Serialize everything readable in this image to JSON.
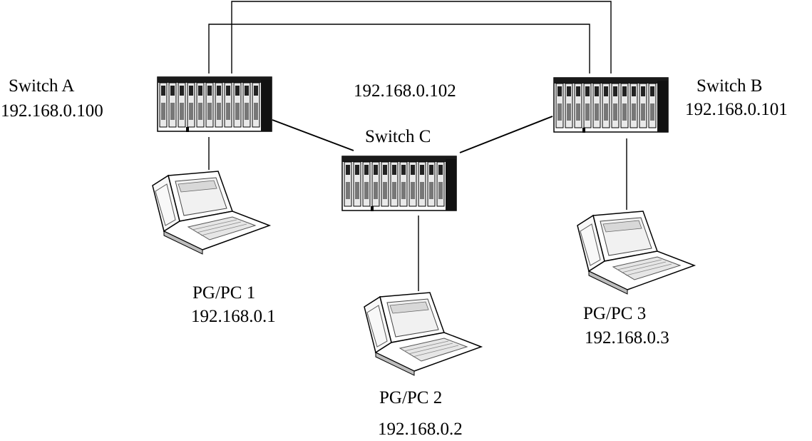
{
  "switches": {
    "a": {
      "name": "Switch A",
      "ip": "192.168.0.100"
    },
    "b": {
      "name": "Switch B",
      "ip": "192.168.0.101"
    },
    "c": {
      "name": "Switch C",
      "ip": "192.168.0.102"
    }
  },
  "pcs": {
    "pc1": {
      "name": "PG/PC 1",
      "ip": "192.168.0.1"
    },
    "pc2": {
      "name": "PG/PC 2",
      "ip": "192.168.0.2"
    },
    "pc3": {
      "name": "PG/PC 3",
      "ip": "192.168.0.3"
    }
  },
  "icons": {
    "switch": "network-switch-icon",
    "pc": "laptop-icon"
  }
}
